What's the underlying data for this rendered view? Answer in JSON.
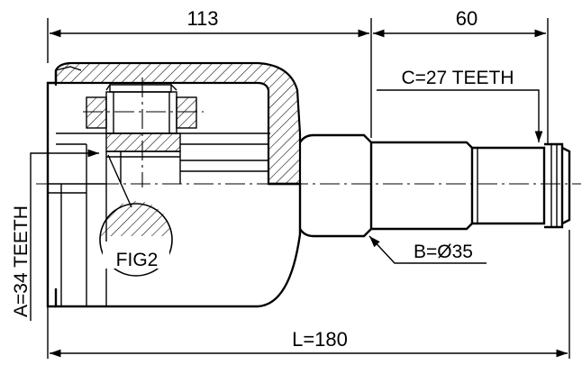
{
  "dimensions": {
    "housing_length": "113",
    "shaft_length": "60",
    "overall_length": "L=180"
  },
  "labels": {
    "inner_spline": "A=34 TEETH",
    "outer_spline": "C=27 TEETH",
    "shaft_diameter": "B=Ø35",
    "detail_ref": "FIG2"
  },
  "colors": {
    "line": "#000000",
    "background": "#ffffff"
  }
}
